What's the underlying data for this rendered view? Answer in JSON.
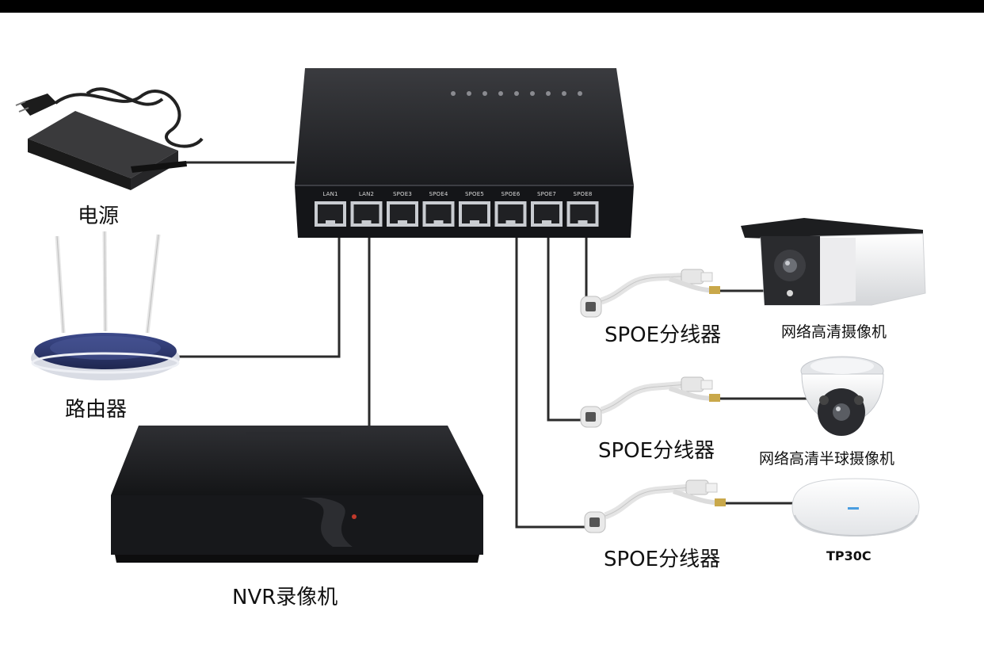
{
  "labels": {
    "power": "电源",
    "router": "路由器",
    "nvr": "NVR录像机",
    "splitter_1": "SPOE分线器",
    "splitter_2": "SPOE分线器",
    "splitter_3": "SPOE分线器",
    "bullet_camera": "网络高清摄像机",
    "dome_camera": "网络高清半球摄像机",
    "access_point": "TP30C"
  },
  "switch": {
    "ports": [
      "LAN1",
      "LAN2",
      "SPOE3",
      "SPOE4",
      "SPOE5",
      "SPOE6",
      "SPOE7",
      "SPOE8"
    ]
  },
  "colors": {
    "cable": "#2b2b2b",
    "device_body": "#1e1f22",
    "top_bar": "#000000"
  }
}
